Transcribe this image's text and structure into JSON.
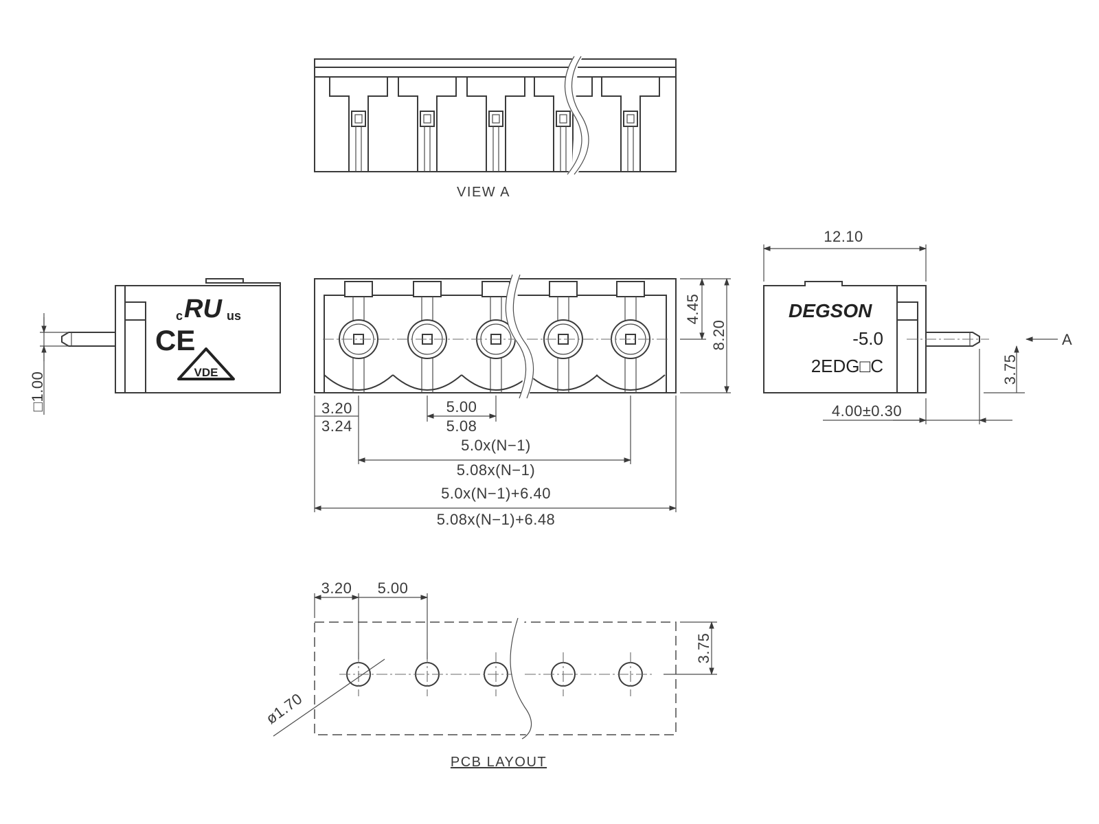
{
  "views": {
    "view_a": {
      "caption": "VIEW A"
    },
    "pcb": {
      "caption": "PCB LAYOUT"
    }
  },
  "markings": {
    "brand": "DEGSON",
    "pitch_code": "-5.0",
    "series_code": "2EDG□C"
  },
  "logos": {
    "ul_c": "c",
    "ul_us": "us",
    "ul_mark": "RU",
    "ce": "CE",
    "vde": "VDE"
  },
  "dimensions": {
    "pin_square": "□1.00",
    "pin_offset_left": "3.20",
    "pin_offset_left_alt": "3.24",
    "pitch": "5.00",
    "pitch_alt": "5.08",
    "span": "5.0x(N−1)",
    "span_alt": "5.08x(N−1)",
    "length": "5.0x(N−1)+6.40",
    "length_alt": "5.08x(N−1)+6.48",
    "height_center": "4.45",
    "height_total": "8.20",
    "depth": "12.10",
    "pin_height": "3.75",
    "pin_length": "4.00±0.30",
    "view_arrow": "A",
    "pcb_offset": "3.20",
    "pcb_pitch": "5.00",
    "pcb_row": "3.75",
    "hole_dia": "ø1.70"
  }
}
